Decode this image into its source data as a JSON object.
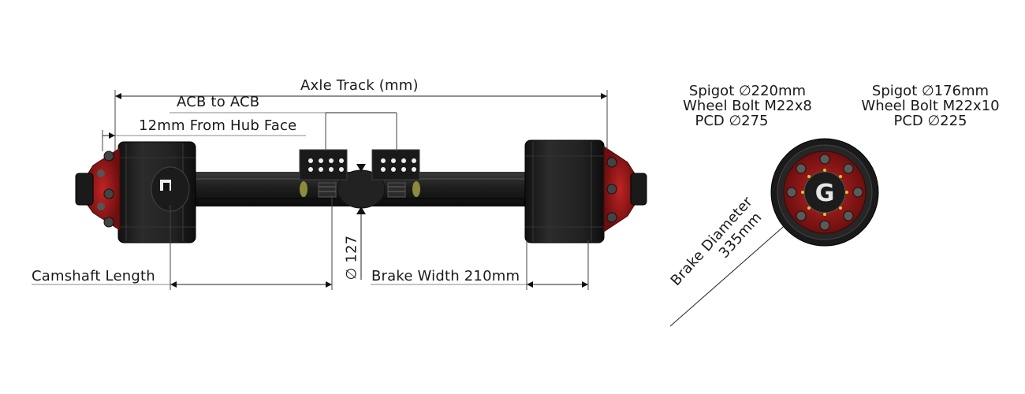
{
  "labels": {
    "axle_track": "Axle Track (mm)",
    "acb_to_acb": "ACB to ACB",
    "hub_face": "12mm From Hub Face",
    "camshaft_length": "Camshaft Length",
    "brake_width": "Brake Width 210mm",
    "diameter_127": "∅ 127",
    "brake_diameter_line1": "Brake Diameter",
    "brake_diameter_line2": "335mm"
  },
  "spec_left": {
    "spigot": "Spigot ∅220mm",
    "wheel_bolt": "Wheel Bolt M22x8",
    "pcd": "PCD ∅275"
  },
  "spec_right": {
    "spigot": "Spigot ∅176mm",
    "wheel_bolt": "Wheel Bolt M22x10",
    "pcd": "PCD ∅225"
  },
  "hub_logo": "G",
  "colors": {
    "hub_red": "#9e1a1a",
    "drum_black": "#1c1c1c",
    "line": "#444444"
  }
}
